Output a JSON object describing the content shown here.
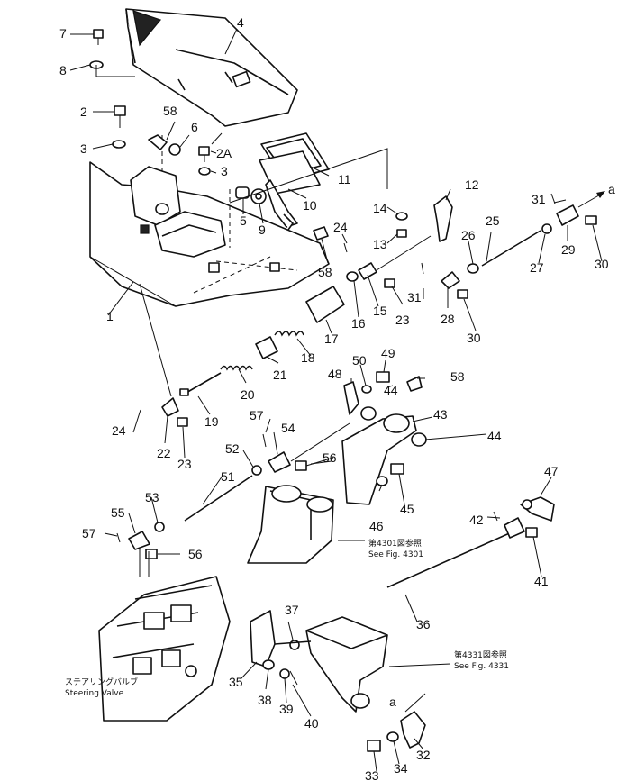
{
  "callouts": [
    {
      "id": "c1",
      "text": "1"
    },
    {
      "id": "c2",
      "text": "2"
    },
    {
      "id": "c2a",
      "text": "2A"
    },
    {
      "id": "c3a",
      "text": "3"
    },
    {
      "id": "c3b",
      "text": "3"
    },
    {
      "id": "c4",
      "text": "4"
    },
    {
      "id": "c5",
      "text": "5"
    },
    {
      "id": "c6",
      "text": "6"
    },
    {
      "id": "c7",
      "text": "7"
    },
    {
      "id": "c8",
      "text": "8"
    },
    {
      "id": "c9",
      "text": "9"
    },
    {
      "id": "c10",
      "text": "10"
    },
    {
      "id": "c11",
      "text": "11"
    },
    {
      "id": "c12",
      "text": "12"
    },
    {
      "id": "c13",
      "text": "13"
    },
    {
      "id": "c14",
      "text": "14"
    },
    {
      "id": "c15",
      "text": "15"
    },
    {
      "id": "c16",
      "text": "16"
    },
    {
      "id": "c17",
      "text": "17"
    },
    {
      "id": "c18",
      "text": "18"
    },
    {
      "id": "c19",
      "text": "19"
    },
    {
      "id": "c20",
      "text": "20"
    },
    {
      "id": "c21",
      "text": "21"
    },
    {
      "id": "c22",
      "text": "22"
    },
    {
      "id": "c23a",
      "text": "23"
    },
    {
      "id": "c23b",
      "text": "23"
    },
    {
      "id": "c24a",
      "text": "24"
    },
    {
      "id": "c24b",
      "text": "24"
    },
    {
      "id": "c25",
      "text": "25"
    },
    {
      "id": "c26",
      "text": "26"
    },
    {
      "id": "c27",
      "text": "27"
    },
    {
      "id": "c28",
      "text": "28"
    },
    {
      "id": "c29",
      "text": "29"
    },
    {
      "id": "c30a",
      "text": "30"
    },
    {
      "id": "c30b",
      "text": "30"
    },
    {
      "id": "c31a",
      "text": "31"
    },
    {
      "id": "c31b",
      "text": "31"
    },
    {
      "id": "c32",
      "text": "32"
    },
    {
      "id": "c33",
      "text": "33"
    },
    {
      "id": "c34",
      "text": "34"
    },
    {
      "id": "c35",
      "text": "35"
    },
    {
      "id": "c36",
      "text": "36"
    },
    {
      "id": "c37",
      "text": "37"
    },
    {
      "id": "c38",
      "text": "38"
    },
    {
      "id": "c39",
      "text": "39"
    },
    {
      "id": "c40",
      "text": "40"
    },
    {
      "id": "c41",
      "text": "41"
    },
    {
      "id": "c42",
      "text": "42"
    },
    {
      "id": "c43",
      "text": "43"
    },
    {
      "id": "c44a",
      "text": "44"
    },
    {
      "id": "c44b",
      "text": "44"
    },
    {
      "id": "c45",
      "text": "45"
    },
    {
      "id": "c46",
      "text": "46"
    },
    {
      "id": "c47",
      "text": "47"
    },
    {
      "id": "c48",
      "text": "48"
    },
    {
      "id": "c49",
      "text": "49"
    },
    {
      "id": "c50",
      "text": "50"
    },
    {
      "id": "c51",
      "text": "51"
    },
    {
      "id": "c52",
      "text": "52"
    },
    {
      "id": "c53",
      "text": "53"
    },
    {
      "id": "c54",
      "text": "54"
    },
    {
      "id": "c55",
      "text": "55"
    },
    {
      "id": "c56a",
      "text": "56"
    },
    {
      "id": "c56b",
      "text": "56"
    },
    {
      "id": "c57a",
      "text": "57"
    },
    {
      "id": "c57b",
      "text": "57"
    },
    {
      "id": "c58a",
      "text": "58"
    },
    {
      "id": "c58b",
      "text": "58"
    },
    {
      "id": "c58c",
      "text": "58"
    },
    {
      "id": "ca1",
      "text": "a"
    },
    {
      "id": "ca2",
      "text": "a"
    }
  ],
  "notes": {
    "fig4301_jp": "第4301図参照",
    "fig4301_en": "See Fig. 4301",
    "fig4331_jp": "第4331図参照",
    "fig4331_en": "See Fig. 4331",
    "steering_jp": "ステアリングバルブ",
    "steering_en": "Steering Valve"
  }
}
